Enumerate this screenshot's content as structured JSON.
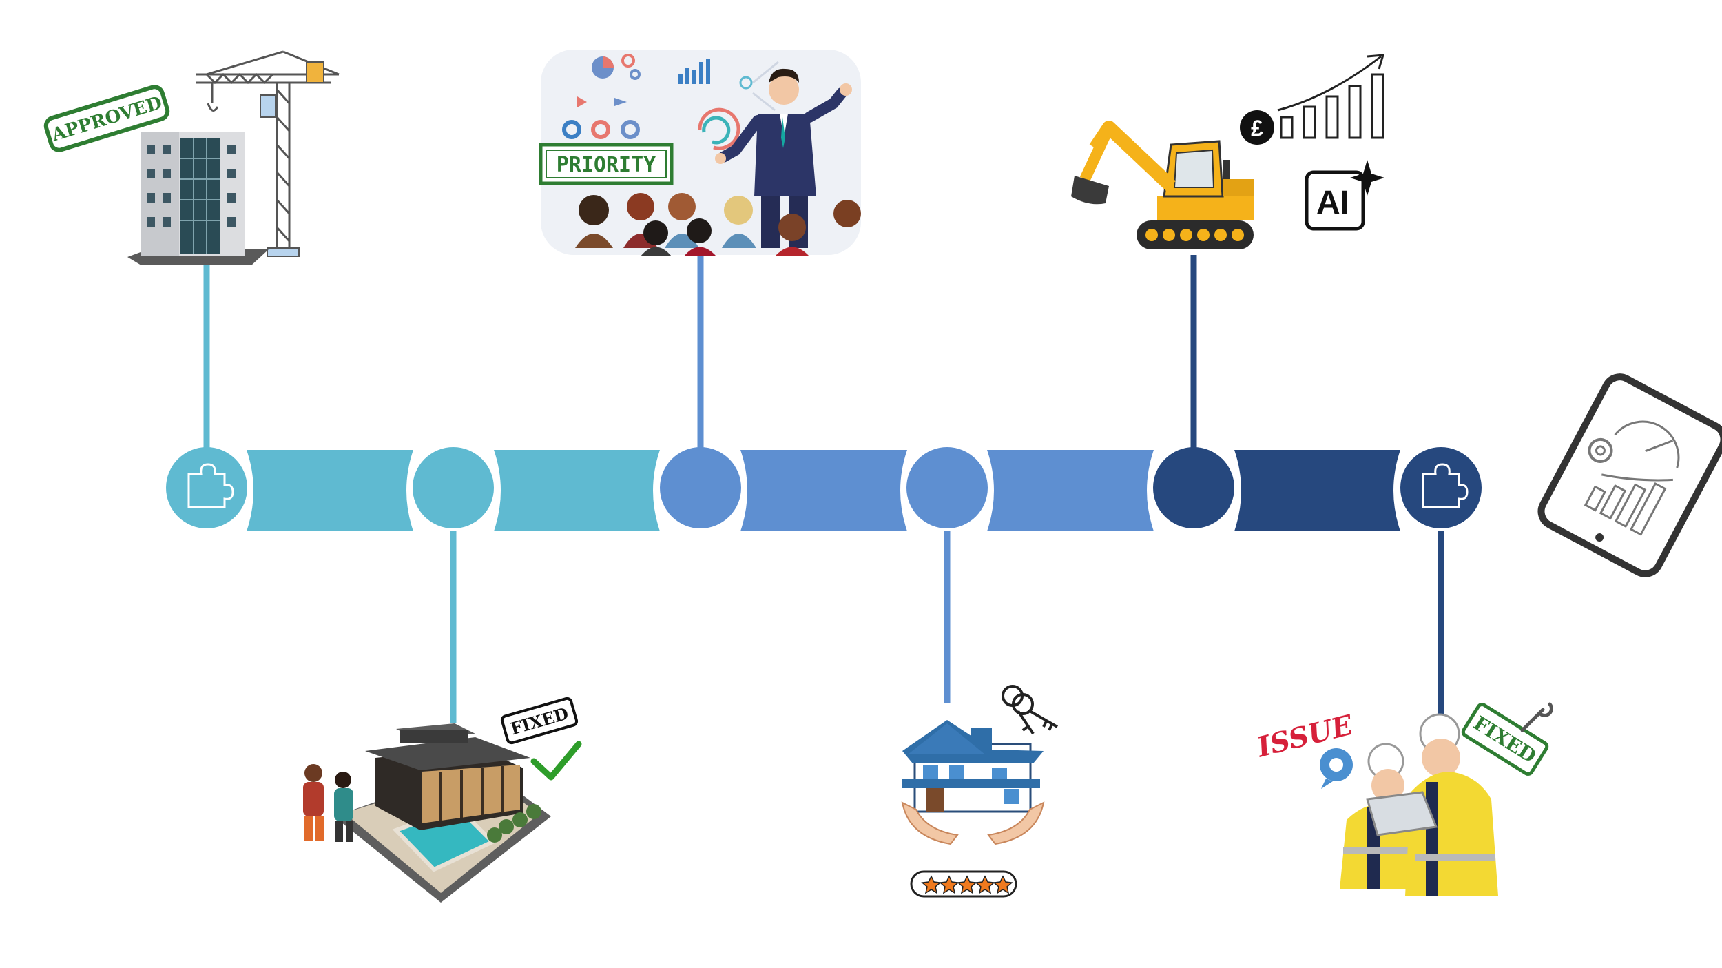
{
  "colors": {
    "light": "#5fbad1",
    "mid": "#5e8fd1",
    "dark": "#26487e",
    "stamp_green": "#2e7d32",
    "stamp_red": "#d6203a",
    "excavator_yellow": "#f5b21a",
    "background": "#ffffff"
  },
  "timeline": {
    "milestones": [
      {
        "id": "m1",
        "color": "light",
        "icon": "puzzle-icon",
        "direction": "up",
        "illustration": "approved-building"
      },
      {
        "id": "m2",
        "color": "light",
        "icon": "",
        "direction": "down",
        "illustration": "fixed-house-pool"
      },
      {
        "id": "m3",
        "color": "mid",
        "icon": "",
        "direction": "up",
        "illustration": "priority-presentation"
      },
      {
        "id": "m4",
        "color": "mid",
        "icon": "",
        "direction": "down",
        "illustration": "house-keys-rating"
      },
      {
        "id": "m5",
        "color": "dark",
        "icon": "",
        "direction": "up",
        "illustration": "excavator-ai-growth"
      },
      {
        "id": "m6",
        "color": "dark",
        "icon": "puzzle-icon",
        "direction": "down",
        "illustration": "issue-fixed-engineers"
      }
    ]
  },
  "stamps": {
    "approved": "APPROVED",
    "priority": "PRIORITY",
    "fixed_house": "FIXED",
    "issue": "ISSUE",
    "fixed_engineers": "FIXED"
  },
  "badges": {
    "pound": "£",
    "ai": "AI"
  },
  "rating": {
    "stars": 5,
    "max": 5
  }
}
